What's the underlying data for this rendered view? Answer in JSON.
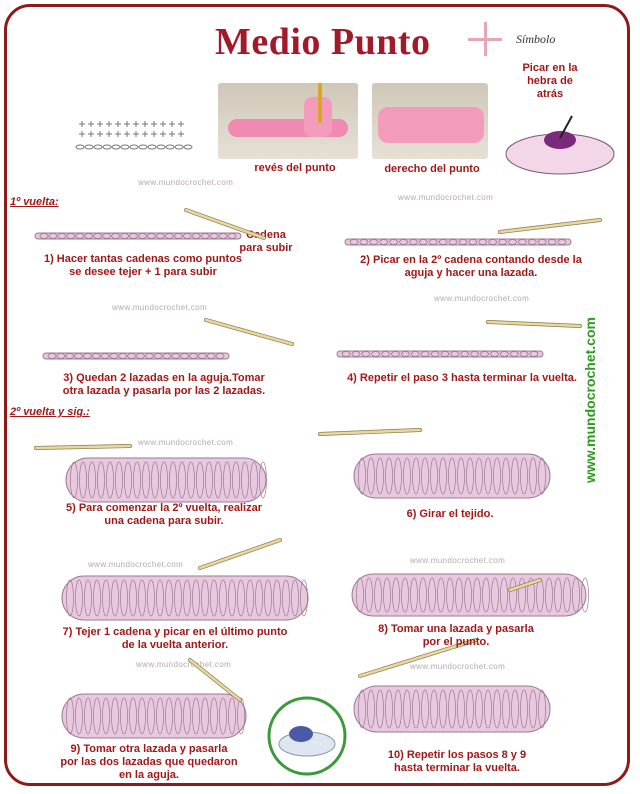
{
  "title": "Medio Punto",
  "symbol_label": "Símbolo",
  "pick_note": "Picar en la\nhebra de\natrás",
  "reves_label": "revés del punto",
  "derecho_label": "derecho del punto",
  "watermark": "www.mundocrochet.com",
  "side_watermark": "www.mundocrochet.com",
  "section1": "1º vuelta:",
  "section2": "2º vuelta y sig.:",
  "cadena_label": "Cadena\npara subir",
  "steps": [
    "1) Hacer tantas cadenas como puntos\nse desee tejer + 1 para subir",
    "2) Picar en la 2º cadena contando desde la\naguja y hacer una lazada.",
    "3) Quedan 2 lazadas en la aguja.Tomar\notra lazada y pasarla por las 2 lazadas.",
    "4) Repetir el paso 3 hasta terminar la vuelta.",
    "5) Para comenzar la 2º vuelta, realizar\nuna cadena para subir.",
    "6) Girar el tejido.",
    "7) Tejer 1 cadena y picar en el último punto\nde la vuelta anterior.",
    "8) Tomar una lazada y pasarla\npor el punto.",
    "9) Tomar otra lazada y pasarla\npor las dos lazadas que quedaron\nen la aguja.",
    "10) Repetir los pasos 8 y 9\nhasta terminar la vuelta."
  ],
  "colors": {
    "accent": "#a11818",
    "title": "#a01a2a",
    "yarn": "#e8c8de",
    "yarn_dark": "#9c7a92",
    "needle": "#e8d8a0",
    "symbol": "#e7a6b5",
    "side_text": "#2e9a22"
  }
}
